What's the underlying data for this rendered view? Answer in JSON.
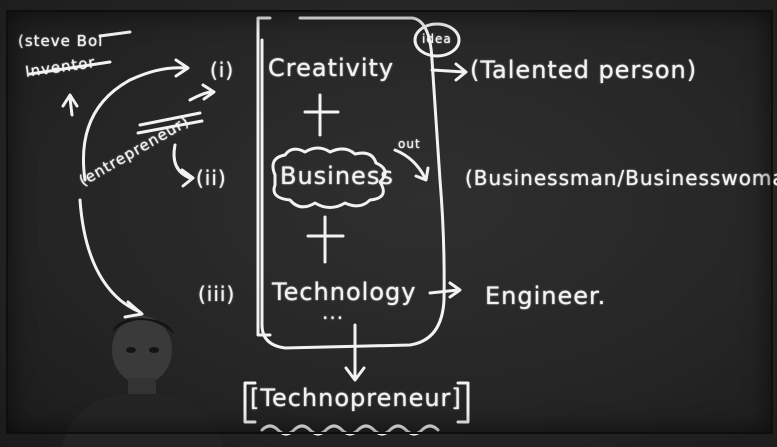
{
  "board": {
    "steve_label": "(steve Bol",
    "inventor_label": "Inventor",
    "entrepreneur_label": "(entrepreneur)",
    "row1_number": "(i)",
    "row1_term": "Creativity",
    "row1_role": "(Talented person)",
    "plus_1": "+",
    "row2_number": "(ii)",
    "row2_term": "Business",
    "row2_role": "(Businessman/Businesswoman)",
    "plus_2": "+",
    "row3_number": "(iii)",
    "row3_term": "Technology",
    "row3_role": "Engineer.",
    "ellipsis": "...",
    "idea_label": "idea",
    "out_label": "out",
    "result_label": "[Technopreneur]"
  }
}
